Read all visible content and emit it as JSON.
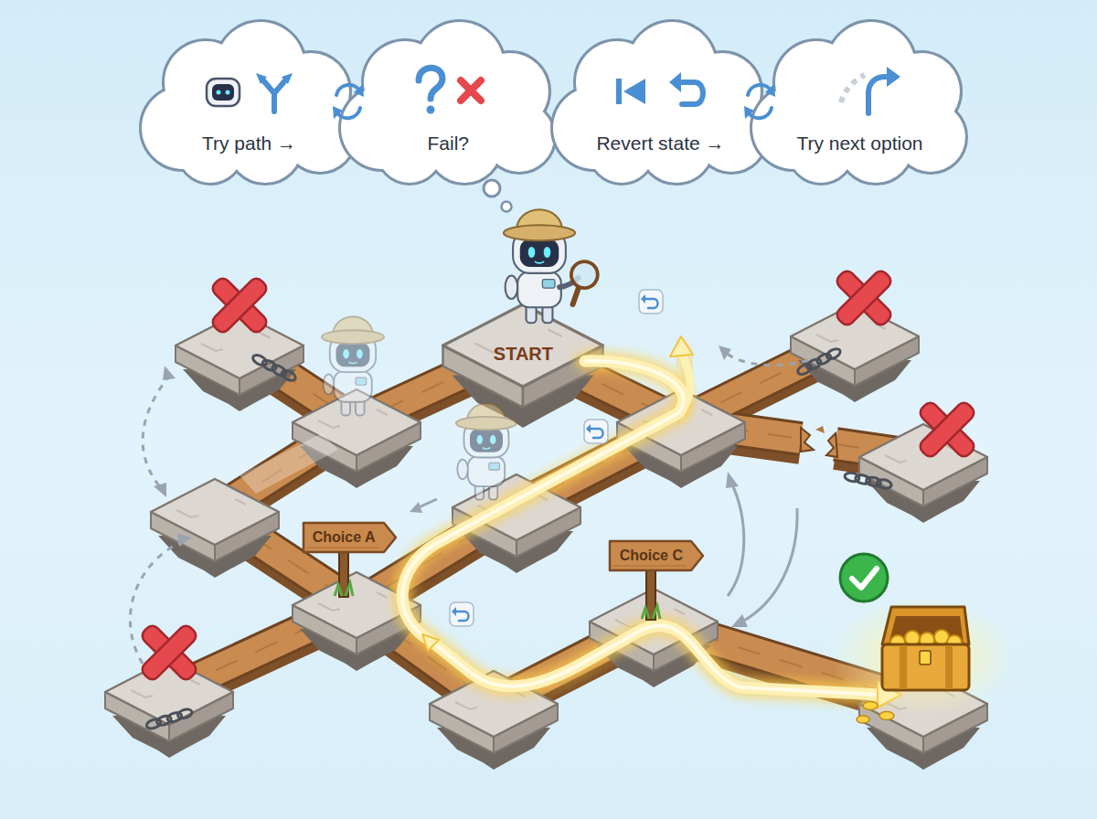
{
  "diagram": {
    "nodes": [
      {
        "text": [
          "Try path →"
        ]
      },
      {
        "text": [
          "Fail?"
        ]
      },
      {
        "text": [
          "Revert state →"
        ]
      },
      {
        "text": [
          "Try next option"
        ]
      },
      {
        "text": [
          "START"
        ]
      },
      {
        "text": [
          "Choice A"
        ]
      },
      {
        "text": [
          "Choice C"
        ]
      }
    ]
  }
}
